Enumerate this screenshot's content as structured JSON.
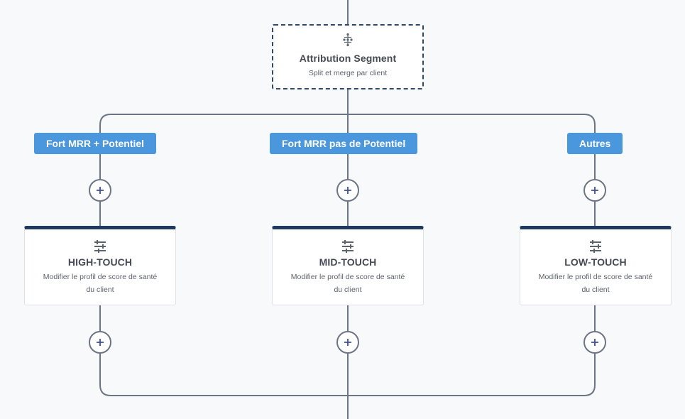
{
  "split_node": {
    "icon": "split-merge-icon",
    "title": "Attribution Segment",
    "description": "Split et merge par client"
  },
  "branches": [
    {
      "label": "Fort MRR + Potentiel",
      "action": {
        "icon": "sliders-icon",
        "title": "HIGH-TOUCH",
        "description": "Modifier le profil de score de santé du client"
      }
    },
    {
      "label": "Fort MRR pas de Potentiel",
      "action": {
        "icon": "sliders-icon",
        "title": "MID-TOUCH",
        "description": "Modifier le profil de score de santé du client"
      }
    },
    {
      "label": "Autres",
      "action": {
        "icon": "sliders-icon",
        "title": "LOW-TOUCH",
        "description": "Modifier le profil de score de santé du client"
      }
    }
  ],
  "add_step_icon": "plus-icon",
  "colors": {
    "background": "#f7f9fa",
    "connector": "#6b7585",
    "branch_label": "#4a97de",
    "node_accent": "#1f3a5f"
  }
}
